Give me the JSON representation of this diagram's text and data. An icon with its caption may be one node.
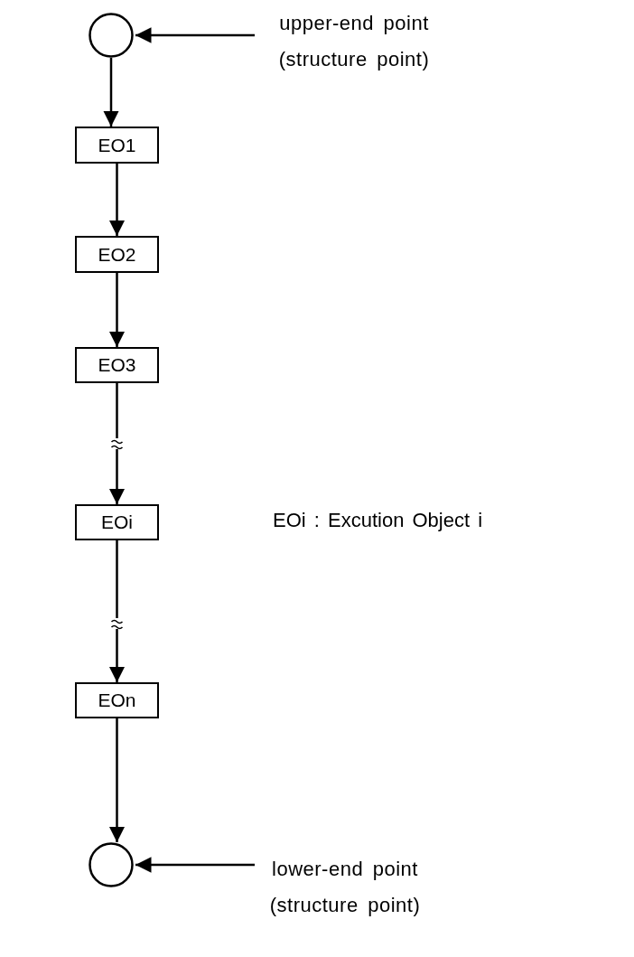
{
  "diagram": {
    "nodes": [
      {
        "text": [],
        "shape": "circle"
      },
      {
        "text": [
          "upper-end point (structure point)"
        ]
      },
      {
        "text": [
          "EO1"
        ]
      },
      {
        "text": [
          "EO2"
        ]
      },
      {
        "text": [
          "EO3"
        ]
      },
      {
        "text": [
          "EOi"
        ]
      },
      {
        "text": [
          "EOn"
        ]
      },
      {
        "text": [],
        "shape": "circle"
      },
      {
        "text": [
          "lower-end point (structure point)"
        ]
      }
    ],
    "edges": [
      {
        "from": 1,
        "to": 0,
        "arrow": "to"
      },
      {
        "from": 0,
        "to": 2,
        "arrow": "to"
      },
      {
        "from": 2,
        "to": 3,
        "arrow": "to"
      },
      {
        "from": 3,
        "to": 4,
        "arrow": "to"
      },
      {
        "from": 4,
        "to": 5,
        "arrow": "to"
      },
      {
        "from": 5,
        "to": 6,
        "arrow": "to"
      },
      {
        "from": 6,
        "to": 7,
        "arrow": "to"
      },
      {
        "from": 8,
        "to": 7,
        "arrow": "to"
      }
    ],
    "labels": [
      "EOi : Excution Object i"
    ]
  }
}
